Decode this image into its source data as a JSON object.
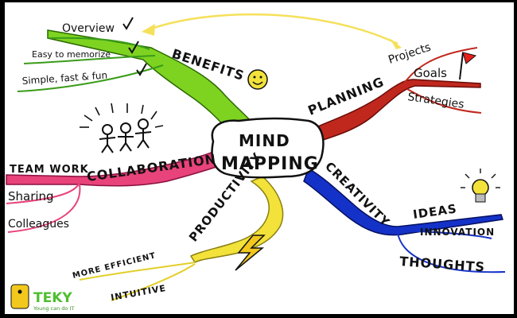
{
  "center": {
    "line1": "MIND",
    "line2": "MAPPING"
  },
  "branches": {
    "benefits": {
      "label": "BENEFITS",
      "color": "#7ED321",
      "items": [
        "Overview",
        "Easy to memorize",
        "Simple, fast & fun"
      ]
    },
    "planning": {
      "label": "PLANNING",
      "color": "#C0281E",
      "items": [
        "Projects",
        "Goals",
        "Strategies"
      ]
    },
    "collaboration": {
      "label": "COLLABORATION",
      "color": "#E8437A",
      "items": [
        "TEAM WORK",
        "Sharing",
        "Colleagues"
      ]
    },
    "creativity": {
      "label": "CREATIVITY",
      "color": "#1432C8",
      "items": [
        "IDEAS",
        "INNOVATION",
        "THOUGHTS"
      ]
    },
    "productivity": {
      "label": "PRODUCTIVITY",
      "color": "#F2E23A",
      "items": [
        "MORE EFFICIENT",
        "INTUITIVE"
      ]
    }
  },
  "logo": {
    "name": "TEKY",
    "tagline": "Young can do IT"
  }
}
